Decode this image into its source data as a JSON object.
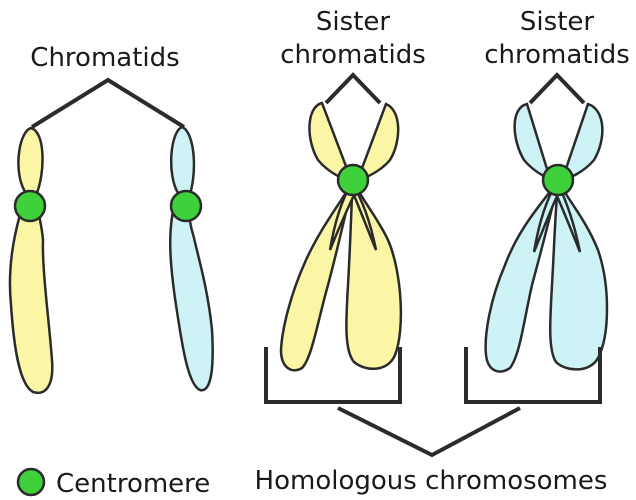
{
  "labels": {
    "chromatids": "Chromatids",
    "sister_left_line1": "Sister",
    "sister_left_line2": "chromatids",
    "sister_right_line1": "Sister",
    "sister_right_line2": "chromatids",
    "legend_centromere": "Centromere",
    "homologous": "Homologous chromosomes"
  },
  "colors": {
    "yellow_chromosome": "#fbf6a5",
    "blue_chromosome": "#cdf3f7",
    "centromere": "#3fd13b",
    "outline": "#2b2b2b"
  }
}
